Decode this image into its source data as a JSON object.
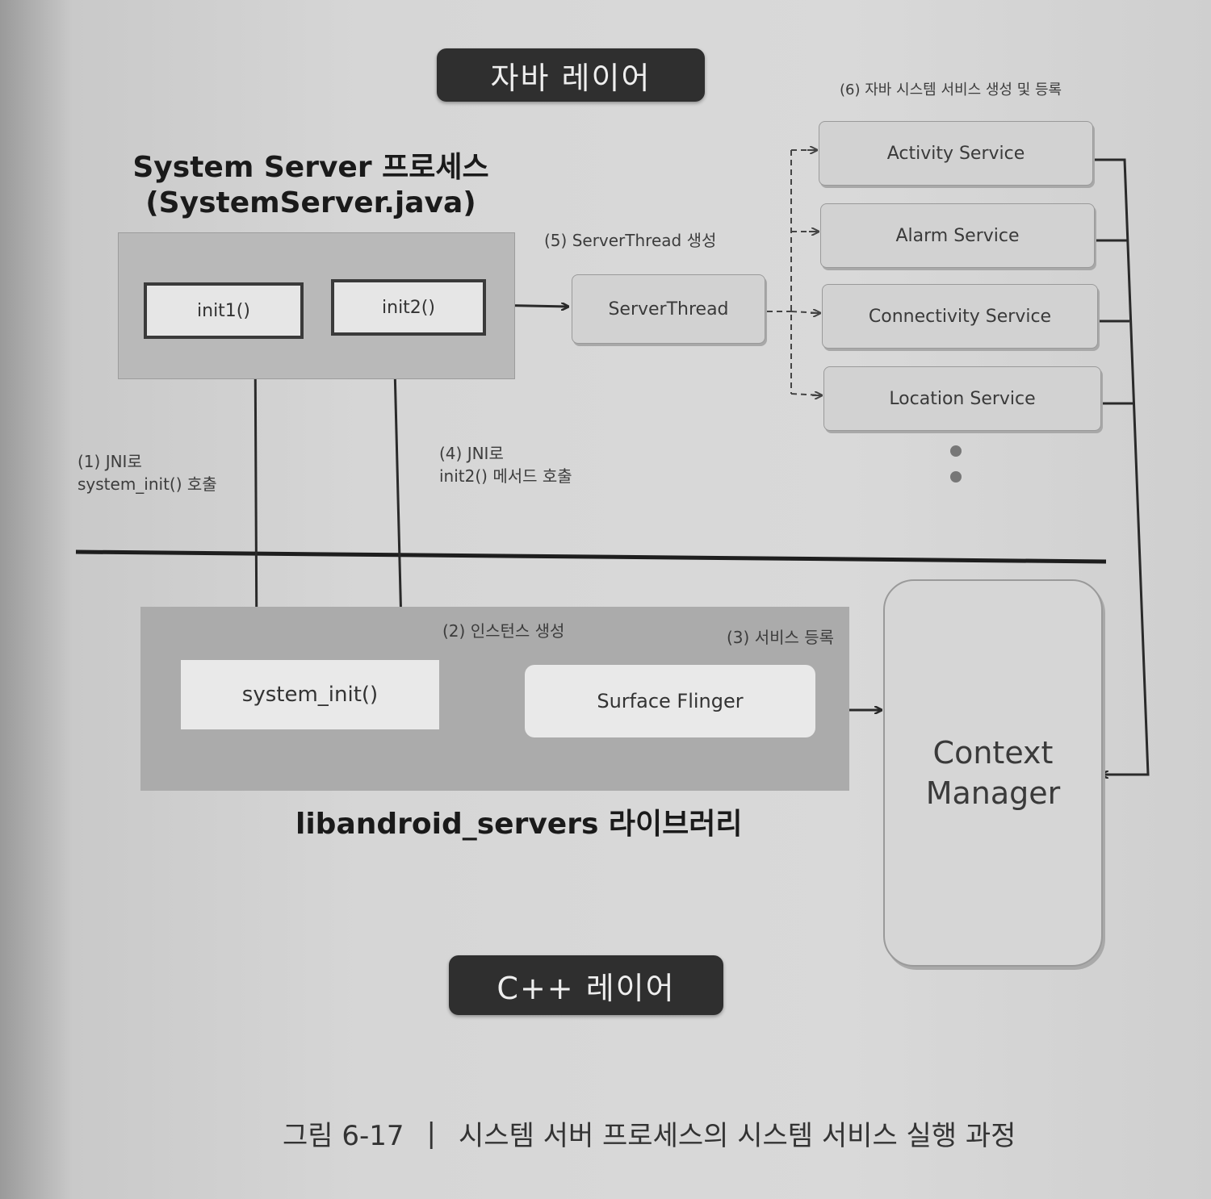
{
  "java_layer_label": "자바 레이어",
  "cpp_layer_label": "C++ 레이어",
  "system_server": {
    "title": "System Server 프로세스",
    "file": "(SystemServer.java)",
    "init1": "init1()",
    "init2": "init2()"
  },
  "server_thread": {
    "step": "(5) ServerThread 생성",
    "label": "ServerThread"
  },
  "services": {
    "step": "(6) 자바 시스템 서비스 생성 및 등록",
    "items": [
      "Activity Service",
      "Alarm Service",
      "Connectivity Service",
      "Location Service"
    ]
  },
  "steps": {
    "jni_call": "(1) JNI로\nsystem_init() 호출",
    "init2_call": "(4) JNI로\ninit2() 메서드 호출",
    "create_instance": "(2) 인스턴스 생성",
    "register_service": "(3) 서비스 등록"
  },
  "native": {
    "system_init": "system_init()",
    "surface_flinger": "Surface Flinger",
    "library": "libandroid_servers 라이브러리"
  },
  "context_manager": "Context\nManager",
  "caption": {
    "figure": "그림 6-17",
    "separator": "|",
    "text": "시스템 서버 프로세스의 시스템 서비스 실행 과정"
  }
}
